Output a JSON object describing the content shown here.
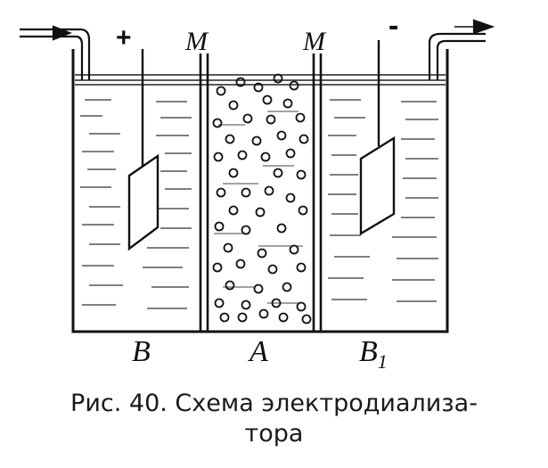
{
  "labels": {
    "membrane_left": "M",
    "membrane_right": "M",
    "electrode_plus": "+",
    "electrode_minus": "-",
    "chamber_left": "B",
    "chamber_middle": "A",
    "chamber_right": "B",
    "chamber_right_subscript": "1"
  },
  "caption": {
    "line1": "Рис. 40. Схема электродиализа-",
    "line2": "тора"
  },
  "colors": {
    "ink": "#111111",
    "paper": "#ffffff"
  }
}
